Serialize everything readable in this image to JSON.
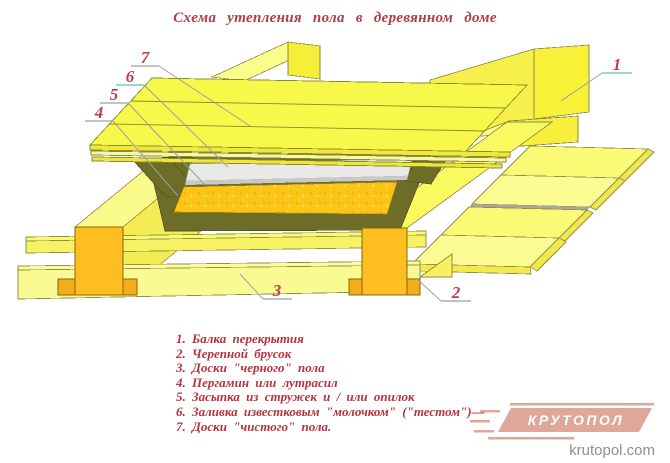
{
  "title": "Схема утепления пола в деревянном доме",
  "legend": {
    "items": [
      {
        "number": "1.",
        "text": "Балка перекрытия"
      },
      {
        "number": "2.",
        "text": "Черепной брусок"
      },
      {
        "number": "3.",
        "text": "Доски \"черного\" пола"
      },
      {
        "number": "4.",
        "text": "Пергамин или лутрасил"
      },
      {
        "number": "5.",
        "text": "Засыпка из стружек и / или опилок"
      },
      {
        "number": "6.",
        "text": "Заливка известковым \"молочком\" (\"тестом\")—"
      },
      {
        "number": "7.",
        "text": "Доски \"чистого\" пола."
      }
    ]
  },
  "callouts": {
    "n1": "1",
    "n2": "2",
    "n3": "3",
    "n4": "4",
    "n5": "5",
    "n6": "6",
    "n7": "7"
  },
  "logo": {
    "brand": "КРУТОПОЛ",
    "website": "krutopol.com"
  },
  "colors": {
    "title_red": "#b03c44",
    "legend_red": "#b5333e",
    "callout_red": "#c43a4a",
    "wood_yellow": "#f8f84a",
    "wood_light": "#fcfc8e",
    "wood_orange": "#fcbe20",
    "pergamin_olive": "#6d6d28",
    "lime_white": "#e9e9e7",
    "fill_orange": "#fcc513",
    "logo_salmon": "#dfa79a",
    "website_gray": "#8f8f8f",
    "leader_gray": "#98a0a0",
    "underline_teal": "#7fcac2"
  }
}
